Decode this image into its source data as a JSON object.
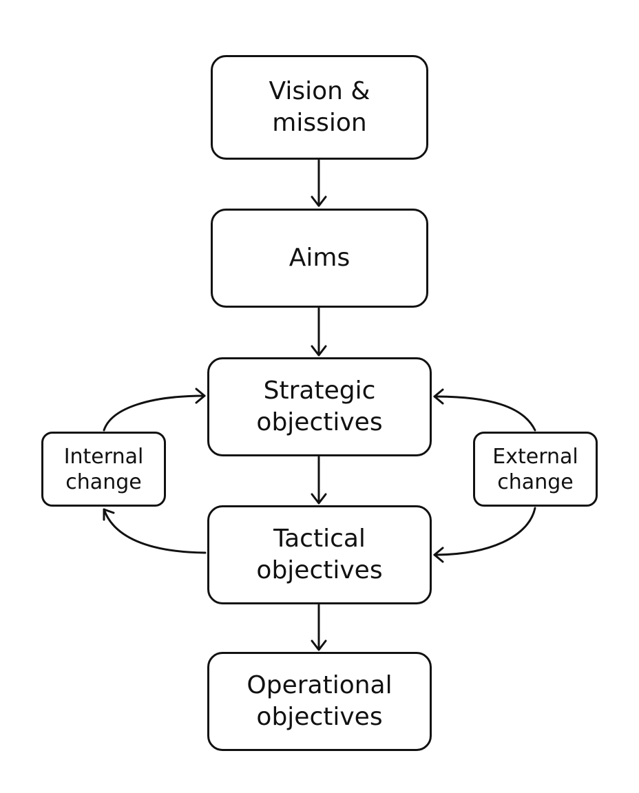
{
  "diagram": {
    "nodes": {
      "vision": {
        "lines": [
          "Vision &",
          "mission"
        ]
      },
      "aims": {
        "lines": [
          "Aims"
        ]
      },
      "strategic": {
        "lines": [
          "Strategic",
          "objectives"
        ]
      },
      "tactical": {
        "lines": [
          "Tactical",
          "objectives"
        ]
      },
      "operational": {
        "lines": [
          "Operational",
          "objectives"
        ]
      },
      "internal": {
        "lines": [
          "Internal",
          "change"
        ]
      },
      "external": {
        "lines": [
          "External",
          "change"
        ]
      }
    },
    "colors": {
      "stroke": "#111111",
      "background": "#ffffff",
      "text": "#111111"
    }
  }
}
